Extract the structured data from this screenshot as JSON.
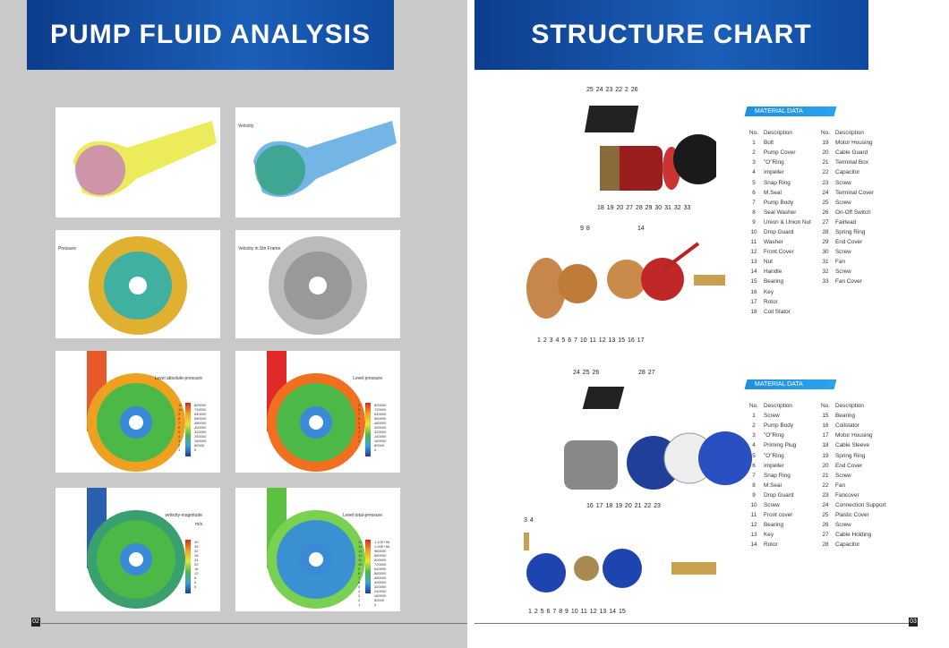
{
  "left_page": {
    "title": "PUMP FLUID ANALYSIS",
    "page_number": "02",
    "figures": [
      {
        "title": ""
      },
      {
        "title": "Velocity"
      },
      {
        "title": "Pressure"
      },
      {
        "title": "Velocity in Stn Frame"
      },
      {
        "title": "Level absolute-pressure",
        "levels": [
          "11",
          "10",
          "9",
          "8",
          "7",
          "6",
          "5",
          "4",
          "3",
          "2",
          "1"
        ],
        "values": [
          "800000",
          "720000",
          "640000",
          "560000",
          "480000",
          "400000",
          "320000",
          "240000",
          "160000",
          "80000",
          "0"
        ]
      },
      {
        "title": "Level pressure",
        "levels": [
          "9",
          "8",
          "7",
          "6",
          "5",
          "4",
          "3",
          "2",
          "1"
        ],
        "values": [
          "800000",
          "720000",
          "640000",
          "560000",
          "480000",
          "400000",
          "320000",
          "240000",
          "160000",
          "80000",
          "0"
        ]
      },
      {
        "title": "velocity-magnitude",
        "unit": "m/s",
        "values": [
          "40",
          "36",
          "32",
          "28",
          "24",
          "20",
          "16",
          "12",
          "8",
          "4",
          "0"
        ]
      },
      {
        "title": "Level total-pressure",
        "levels": [
          "15",
          "14",
          "13",
          "12",
          "11",
          "10",
          "9",
          "8",
          "7",
          "6",
          "5",
          "4",
          "3",
          "2",
          "1"
        ],
        "values": [
          "1.12E+06",
          "1.04E+06",
          "960000",
          "880000",
          "800000",
          "720000",
          "640000",
          "560000",
          "480000",
          "400000",
          "320000",
          "240000",
          "160000",
          "80000",
          "0"
        ]
      }
    ]
  },
  "right_page": {
    "title": "STRUCTURE CHART",
    "page_number": "03",
    "diagram1": {
      "top": "25 24 23 22   2 26",
      "bottom": "18   19 20 27 28  29 30   31  32 33"
    },
    "diagram2": {
      "top_a": "9  8",
      "top_b": "14",
      "bottom": "1  2  3  4  5  6    7  10  11  12  13 15 16       17"
    },
    "diagram3": {
      "top_a": "24  25  26",
      "top_b": "28  27",
      "bottom": "16          17   18 19  20 21  22       23"
    },
    "diagram4": {
      "top": "3  4",
      "bottom": "1    2  5 6 7 8  9    10 11 12 13         14          15"
    },
    "table1": {
      "heading": "MATERIAL DATA",
      "col_no": "No.",
      "col_desc": "Description",
      "left": [
        [
          "1",
          "Bolt"
        ],
        [
          "2",
          "Pump Cover"
        ],
        [
          "3",
          "\"O\"Ring"
        ],
        [
          "4",
          "Impeller"
        ],
        [
          "5",
          "Snap Ring"
        ],
        [
          "6",
          "M.Seal"
        ],
        [
          "7",
          "Pump Body"
        ],
        [
          "8",
          "Seal Washer"
        ],
        [
          "9",
          "Union & Union Nut"
        ],
        [
          "10",
          "Drop Guard"
        ],
        [
          "11",
          "Washer"
        ],
        [
          "12",
          "Front Cover"
        ],
        [
          "13",
          "Nut"
        ],
        [
          "14",
          "Handle"
        ],
        [
          "15",
          "Bearing"
        ],
        [
          "16",
          "Key"
        ],
        [
          "17",
          "Rotor"
        ],
        [
          "18",
          "Coil Stator"
        ]
      ],
      "right": [
        [
          "19",
          "Motor Housing"
        ],
        [
          "20",
          "Cable Guard"
        ],
        [
          "21",
          "Terminal Box"
        ],
        [
          "22",
          "Capacitor"
        ],
        [
          "23",
          "Screw"
        ],
        [
          "24",
          "Terminal Cover"
        ],
        [
          "25",
          "Screw"
        ],
        [
          "26",
          "On-Off Switch"
        ],
        [
          "27",
          "Fairlead"
        ],
        [
          "28",
          "Spring Ring"
        ],
        [
          "29",
          "End Cover"
        ],
        [
          "30",
          "Screw"
        ],
        [
          "31",
          "Fan"
        ],
        [
          "32",
          "Screw"
        ],
        [
          "33",
          "Fan Cover"
        ]
      ]
    },
    "table2": {
      "heading": "MATERIAL DATA",
      "col_no": "No.",
      "col_desc": "Description",
      "left": [
        [
          "1",
          "Screw"
        ],
        [
          "2",
          "Pump Body"
        ],
        [
          "3",
          "\"O\"Ring"
        ],
        [
          "4",
          "Priming Plug"
        ],
        [
          "5",
          "\"O\"Ring"
        ],
        [
          "6",
          "Impeller"
        ],
        [
          "7",
          "Snap Ring"
        ],
        [
          "8",
          "M.Seal"
        ],
        [
          "9",
          "Drop Guard"
        ],
        [
          "10",
          "Screw"
        ],
        [
          "11",
          "Front cover"
        ],
        [
          "12",
          "Bearing"
        ],
        [
          "13",
          "Key"
        ],
        [
          "14",
          "Rotor"
        ]
      ],
      "right": [
        [
          "15",
          "Bearing"
        ],
        [
          "16",
          "Coilstator"
        ],
        [
          "17",
          "Motor Housing"
        ],
        [
          "18",
          "Cable Sleeve"
        ],
        [
          "19",
          "Spring Ring"
        ],
        [
          "20",
          "End Cover"
        ],
        [
          "21",
          "Screw"
        ],
        [
          "22",
          "Fan"
        ],
        [
          "23",
          "Fancover"
        ],
        [
          "24",
          "Connection Support"
        ],
        [
          "25",
          "Plastic Cover"
        ],
        [
          "26",
          "Screw"
        ],
        [
          "27",
          "Cable Holding"
        ],
        [
          "28",
          "Capacitor"
        ]
      ]
    }
  }
}
